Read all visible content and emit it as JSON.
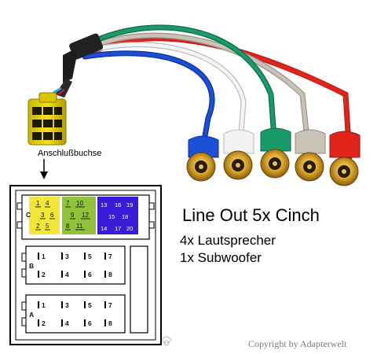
{
  "socket_label": "Anschlußbuchse",
  "title": "Line Out 5x Cinch",
  "lines": [
    "4x Lautsprecher",
    "1x Subwoofer"
  ],
  "copyright": "Copyright by Adapterwelt",
  "connector": {
    "c_label": "C",
    "b_label": "B",
    "a_label": "A",
    "yellow_pins": [
      "1",
      "4",
      "3",
      "6",
      "2",
      "5"
    ],
    "green_pins": [
      "7",
      "10",
      "9",
      "12",
      "8",
      "11"
    ],
    "blue_pins": [
      "13",
      "16",
      "15",
      "18",
      "14",
      "17",
      "19",
      "20"
    ],
    "b_pins": [
      "1",
      "3",
      "5",
      "7",
      "2",
      "4",
      "6",
      "8"
    ],
    "a_pins": [
      "1",
      "3",
      "5",
      "7",
      "2",
      "4",
      "6",
      "8"
    ]
  },
  "colors": {
    "yellow": "#f2e63a",
    "green": "#90c23a",
    "blue": "#3a1bd8",
    "cable_red": "#e0241b",
    "cable_blue": "#1b4fd8",
    "cable_green": "#1a9a6a",
    "cable_white": "#f2f2f2",
    "cable_grey": "#b8b4a8",
    "gold": "#d4a020"
  }
}
